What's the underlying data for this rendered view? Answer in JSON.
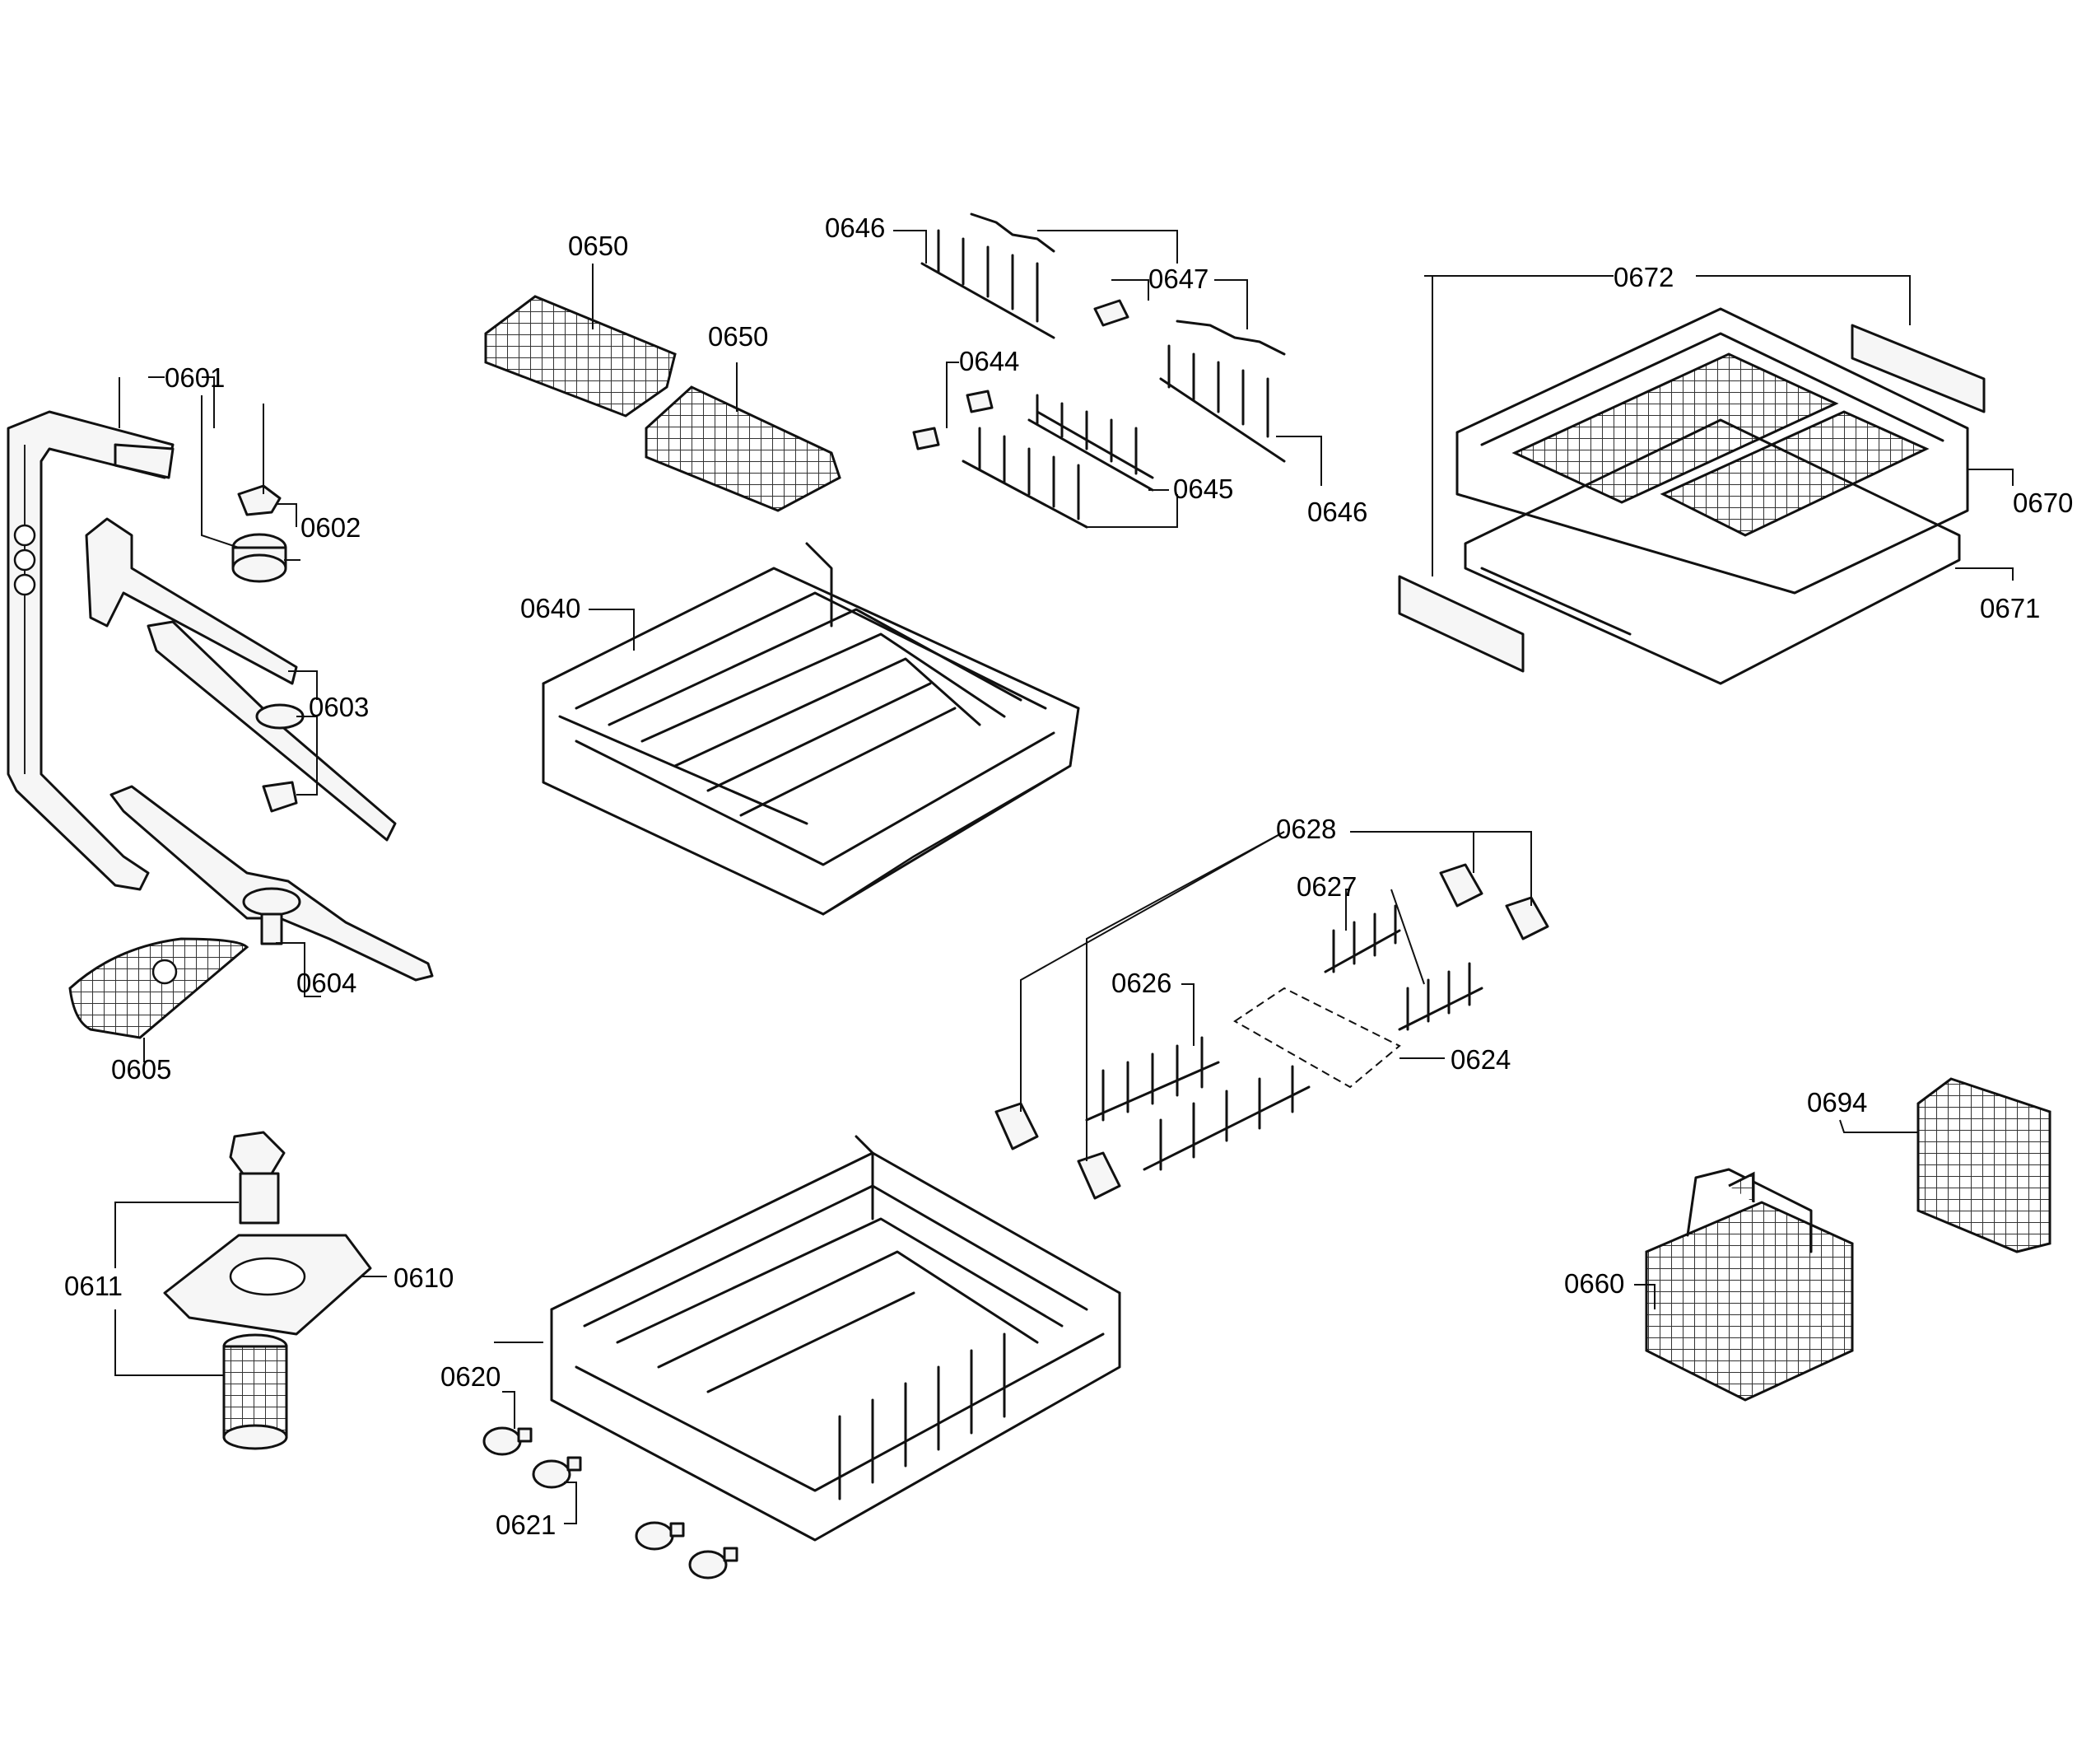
{
  "callouts": {
    "c0601": "0601",
    "c0602": "0602",
    "c0603": "0603",
    "c0604": "0604",
    "c0605": "0605",
    "c0610": "0610",
    "c0611": "0611",
    "c0620": "0620",
    "c0621": "0621",
    "c0624": "0624",
    "c0626": "0626",
    "c0627": "0627",
    "c0628": "0628",
    "c0640": "0640",
    "c0644": "0644",
    "c0645": "0645",
    "c0646a": "0646",
    "c0646b": "0646",
    "c0647": "0647",
    "c0650a": "0650",
    "c0650b": "0650",
    "c0660": "0660",
    "c0670": "0670",
    "c0671": "0671",
    "c0672": "0672",
    "c0694": "0694"
  }
}
